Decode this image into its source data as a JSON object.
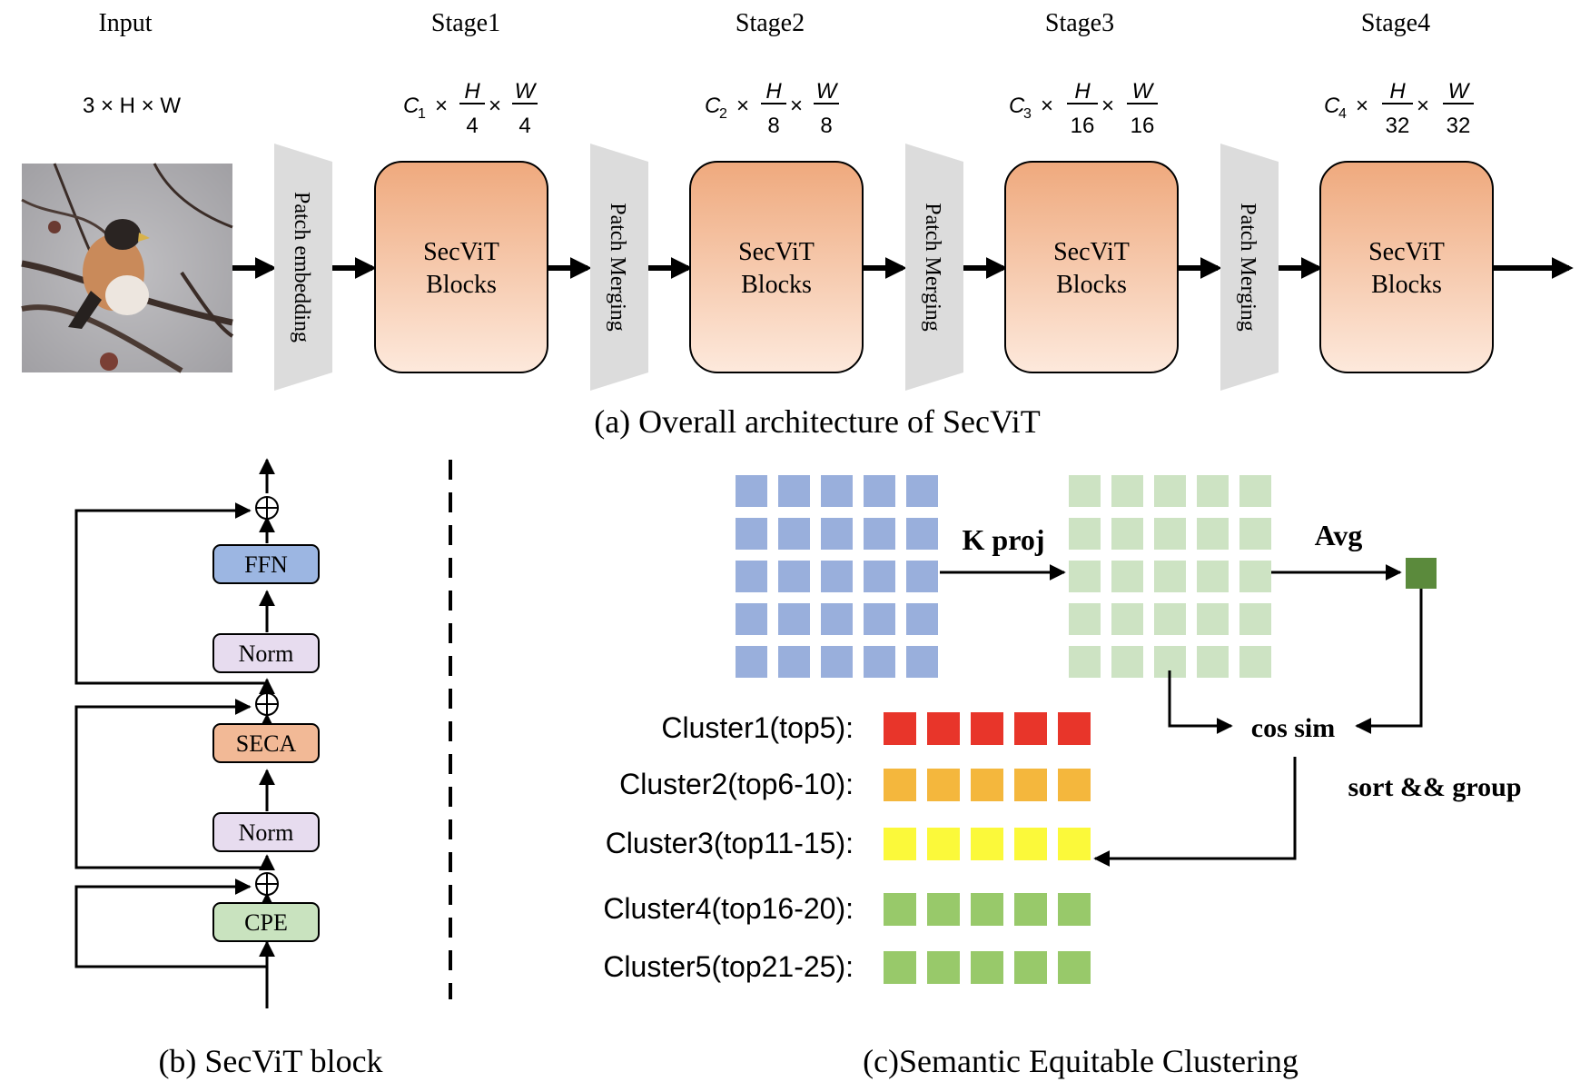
{
  "overall": {
    "caption": "(a) Overall architecture of SecViT",
    "input": {
      "title": "Input",
      "shape": "3 × H × W"
    },
    "patch_embedding_label": "Patch embedding",
    "patch_merging_label": "Patch Merging",
    "block_label_line1": "SecViT",
    "block_label_line2": "Blocks",
    "stages": [
      {
        "title": "Stage1",
        "c": "C",
        "c_sub": "1",
        "h_den": "4",
        "w_den": "4"
      },
      {
        "title": "Stage2",
        "c": "C",
        "c_sub": "2",
        "h_den": "8",
        "w_den": "8"
      },
      {
        "title": "Stage3",
        "c": "C",
        "c_sub": "3",
        "h_den": "16",
        "w_den": "16"
      },
      {
        "title": "Stage4",
        "c": "C",
        "c_sub": "4",
        "h_den": "32",
        "w_den": "32"
      }
    ],
    "times": "×",
    "h_num": "H",
    "w_num": "W"
  },
  "block": {
    "caption": "(b) SecViT block",
    "ffn": "FFN",
    "norm_top": "Norm",
    "seca": "SECA",
    "norm_bottom": "Norm",
    "cpe": "CPE"
  },
  "clustering": {
    "caption": "(c)Semantic Equitable Clustering",
    "k_proj": "K proj",
    "avg": "Avg",
    "cos_sim": "cos sim",
    "sort_group": "sort && group",
    "clusters": [
      {
        "label": "Cluster1(top5):",
        "color": "#e8352a"
      },
      {
        "label": "Cluster2(top6-10):",
        "color": "#f4b73d"
      },
      {
        "label": "Cluster3(top11-15):",
        "color": "#fbf93a"
      },
      {
        "label": "Cluster4(top16-20):",
        "color": "#98c96a"
      },
      {
        "label": "Cluster5(top21-25):",
        "color": "#98c96a"
      }
    ]
  },
  "colors": {
    "token_blue": "#99afdc",
    "token_green_light": "#cde3c3",
    "avg_token": "#5b8a3c",
    "block_fill_top": "#f0b289",
    "block_fill_bottom": "#fde9dc",
    "trapezoid": "#dcdcdc",
    "ffn": "#9cb6e2",
    "norm": "#e7dcef",
    "seca": "#f2b996",
    "cpe": "#c9e3bf"
  }
}
